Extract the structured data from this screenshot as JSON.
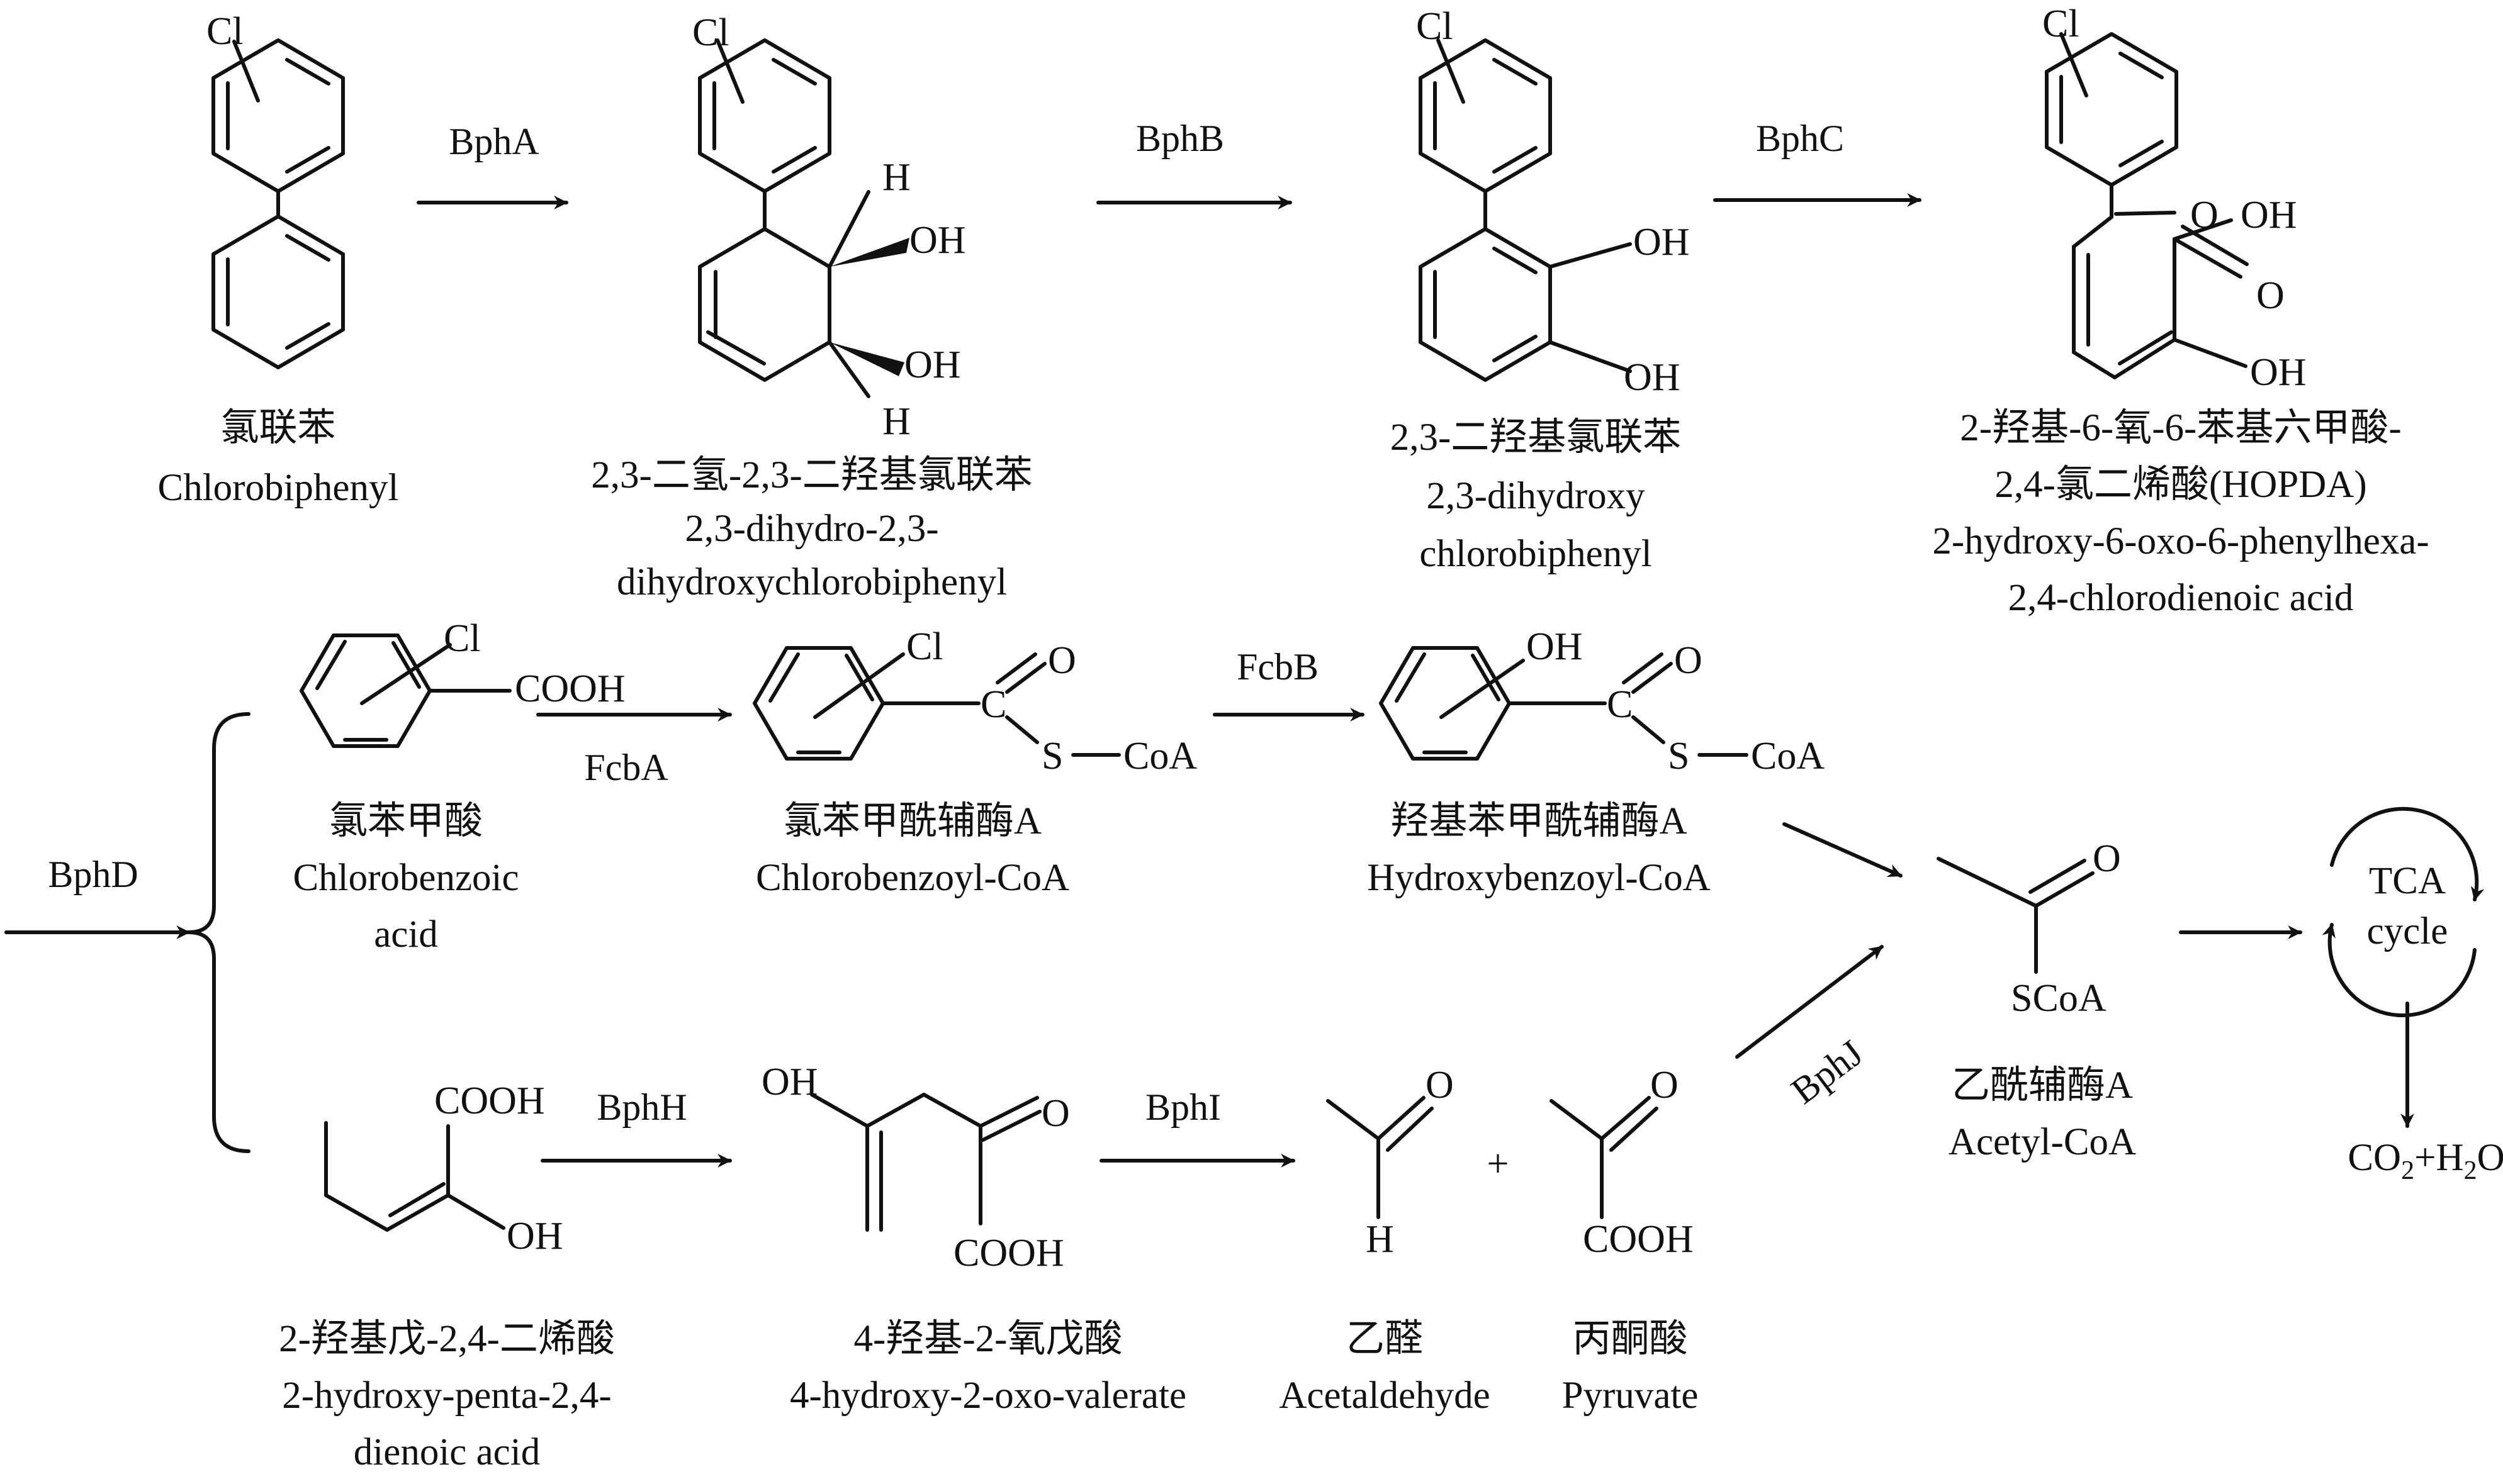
{
  "enzymes": {
    "bphA": "BphA",
    "bphB": "BphB",
    "bphC": "BphC",
    "bphD": "BphD",
    "fcbA": "FcbA",
    "fcbB": "FcbB",
    "bphH": "BphH",
    "bphI": "BphI",
    "bphJ": "BphJ"
  },
  "atoms": {
    "cl": "Cl",
    "h": "H",
    "oh": "OH",
    "o": "O",
    "c": "C",
    "s": "S",
    "cooh": "COOH",
    "coa": "CoA",
    "scoa": "SCoA",
    "plus": "+"
  },
  "compounds": {
    "chlorobiphenyl": {
      "zh": "氯联苯",
      "en": "Chlorobiphenyl"
    },
    "dihydrodiol": {
      "zh": "2,3-二氢-2,3-二羟基氯联苯",
      "en1": "2,3-dihydro-2,3-",
      "en2": "dihydroxychlorobiphenyl"
    },
    "dihydroxy": {
      "zh": "2,3-二羟基氯联苯",
      "en1": "2,3-dihydroxy",
      "en2": "chlorobiphenyl"
    },
    "hopda": {
      "zh1": "2-羟基-6-氧-6-苯基六甲酸-",
      "zh2": "2,4-氯二烯酸(HOPDA)",
      "en1": "2-hydroxy-6-oxo-6-phenylhexa-",
      "en2": "2,4-chlorodienoic acid"
    },
    "chlorobenzoic": {
      "zh": "氯苯甲酸",
      "en1": "Chlorobenzoic",
      "en2": "acid"
    },
    "chlorobenzoyl_coa": {
      "zh": "氯苯甲酰辅酶A",
      "en": "Chlorobenzoyl-CoA"
    },
    "hydroxybenzoyl_coa": {
      "zh": "羟基苯甲酰辅酶A",
      "en": "Hydroxybenzoyl-CoA"
    },
    "acetyl_coa": {
      "zh": "乙酰辅酶A",
      "en": "Acetyl-CoA"
    },
    "tca": {
      "line1": "TCA",
      "line2": "cycle"
    },
    "products": {
      "co": "CO",
      "two1": "2",
      "mid": "+H",
      "two2": "2",
      "end": "O"
    },
    "pentadienoic": {
      "zh": "2-羟基戊-2,4-二烯酸",
      "en1": "2-hydroxy-penta-2,4-",
      "en2": "dienoic acid"
    },
    "oxovalerate": {
      "zh": "4-羟基-2-氧戊酸",
      "en": "4-hydroxy-2-oxo-valerate"
    },
    "acetaldehyde": {
      "zh": "乙醛",
      "en": "Acetaldehyde"
    },
    "pyruvate": {
      "zh": "丙酮酸",
      "en": "Pyruvate"
    }
  }
}
